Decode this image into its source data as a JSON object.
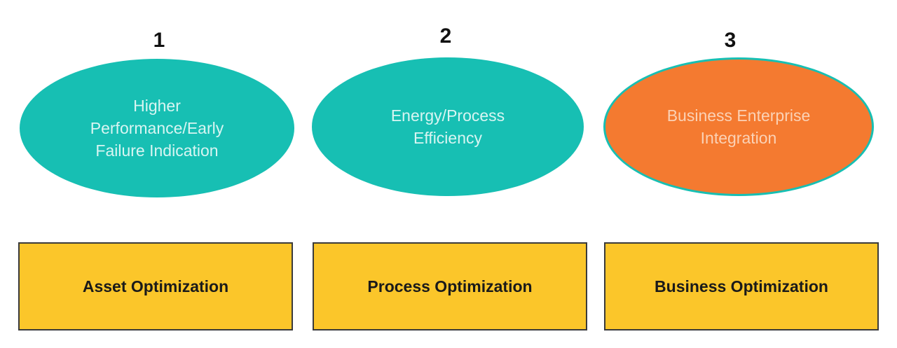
{
  "colors": {
    "teal": "#17BFB3",
    "orange": "#F47A30",
    "orange_text": "#FBD2B6",
    "teal_text": "#D8F5F2",
    "box_fill": "#FBC62A",
    "box_border": "#3a3a3a"
  },
  "stages": [
    {
      "number": "1",
      "goal": "Higher\nPerformance/Early\nFailure Indication",
      "optimization": "Asset Optimization"
    },
    {
      "number": "2",
      "goal": "Energy/Process\nEfficiency",
      "optimization": "Process Optimization"
    },
    {
      "number": "3",
      "goal": "Business Enterprise\nIntegration",
      "optimization": "Business Optimization"
    }
  ]
}
